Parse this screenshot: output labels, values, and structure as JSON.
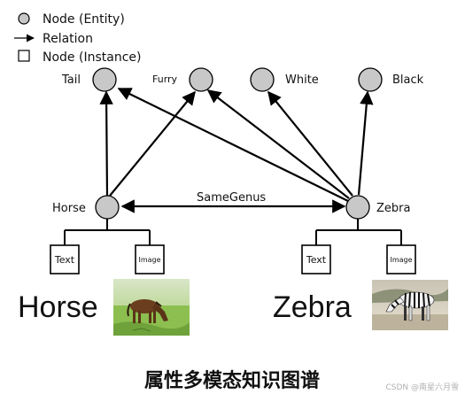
{
  "legend": {
    "entity": "Node (Entity)",
    "relation": "Relation",
    "instance": "Node (Instance)"
  },
  "attributes": {
    "tail": "Tail",
    "furry": "Furry",
    "white": "White",
    "black": "Black"
  },
  "entities": {
    "horse": "Horse",
    "zebra": "Zebra"
  },
  "relation_label": "SameGenus",
  "instances": {
    "text": "Text",
    "image": "Image"
  },
  "big_labels": {
    "horse": "Horse",
    "zebra": "Zebra"
  },
  "caption": "属性多模态知识图谱",
  "watermark": "CSDN @南星六月雪",
  "colors": {
    "node_fill": "#c8c8c8",
    "stroke": "#000000",
    "grass": "#8cbf50",
    "horse_body": "#6b3e1f"
  }
}
